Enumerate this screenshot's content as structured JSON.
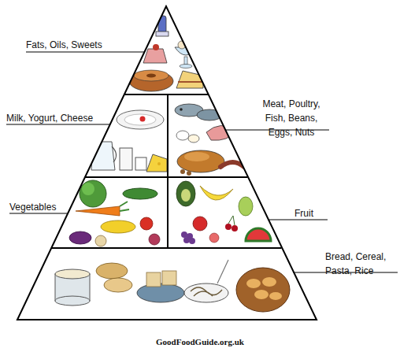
{
  "diagram": {
    "labels": [
      "Fats, Oils, Sweets",
      "Milk, Yogurt, Cheese",
      "Meat, Poultry, Fish, Beans, Eggs, Nuts",
      "Vegetables",
      "Fruit",
      "Bread, Cereal, Pasta, Rice",
      "GoodFoodGuide.org.uk"
    ]
  }
}
